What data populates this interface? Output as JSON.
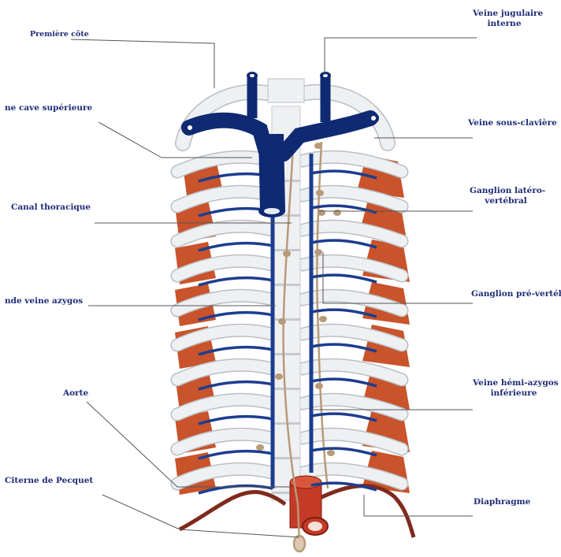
{
  "labels": {
    "premiere_cote": "Première côte",
    "veine_cave_superieure": "ne cave supérieure",
    "canal_thoracique": "Canal thoracique",
    "grande_veine_azygos": "nde veine azygos",
    "aorte": "Aorte",
    "citerne_de_pecquet": "Citerne de Pecquet",
    "veine_jugulaire_interne_line1": "Veine jugulaire",
    "veine_jugulaire_interne_line2": "interne",
    "veine_sous_claviere": "Veine sous-clavière",
    "ganglion_latero_vertebral_line1": "Ganglion latéro-",
    "ganglion_latero_vertebral_line2": "vertébral",
    "ganglion_pre_vertebral": "Ganglion pré-vertéb",
    "veine_hemi_azygos_inferieure_line1": "Veine hémi-azygos",
    "veine_hemi_azygos_inferieure_line2": "inférieure",
    "diaphragme": "Diaphragme"
  },
  "colors": {
    "label_text": "#1d2b78",
    "vein_blue": "#1b3d8f",
    "vein_dark": "#0f2a73",
    "muscle_orange": "#c9532a",
    "rib_fill": "#eef0f2",
    "rib_outline": "#b9bec5",
    "aorta_red": "#c53a26",
    "diaphragm": "#7e2a1c",
    "nerve_tan": "#b89a78",
    "leader_line": "#555555"
  }
}
